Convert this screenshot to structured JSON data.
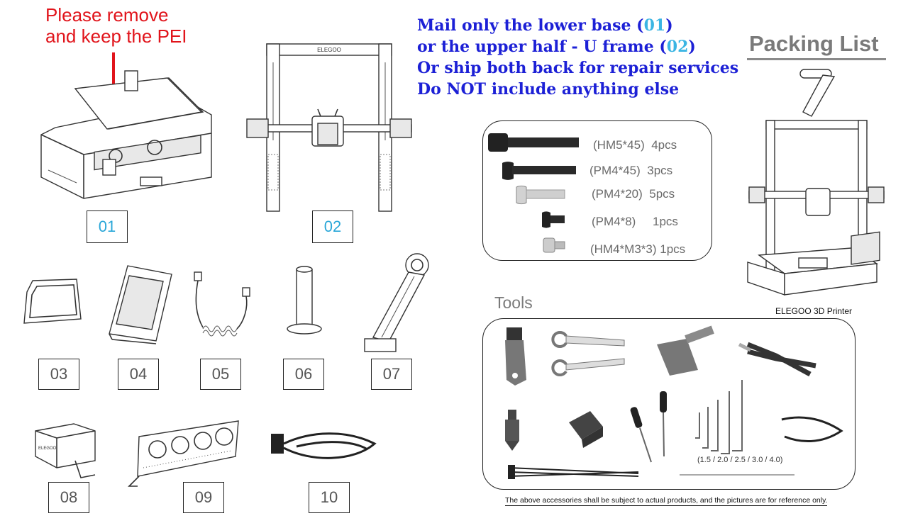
{
  "note": {
    "line1": "Please remove",
    "line2": "and keep the PEI"
  },
  "mail": {
    "line1_pre": "Mail only the lower base (",
    "line1_code": "01",
    "line1_post": ")",
    "line2_pre": "or the upper half - U frame (",
    "line2_code": "02",
    "line2_post": ")",
    "line3": "Or ship both back for repair services",
    "line4": "Do NOT include anything else"
  },
  "packing_list": {
    "title": "Packing List",
    "printer_caption": "ELEGOO 3D Printer"
  },
  "parts": {
    "labels": [
      "01",
      "02",
      "03",
      "04",
      "05",
      "06",
      "07",
      "08",
      "09",
      "10"
    ]
  },
  "screws": [
    {
      "spec": "(HM5*45)",
      "qty": "4pcs"
    },
    {
      "spec": "(PM4*45)",
      "qty": "3pcs"
    },
    {
      "spec": "(PM4*20)",
      "qty": "5pcs"
    },
    {
      "spec": "(PM4*8)",
      "qty": "1pcs"
    },
    {
      "spec": "(HM4*M3*3)",
      "qty": "1pcs"
    }
  ],
  "tools": {
    "title": "Tools",
    "hex_key_sizes": "(1.5 / 2.0 / 2.5 / 3.0 / 4.0)",
    "icons": [
      "usb-drive-icon",
      "wrench-icon",
      "scraper-icon",
      "wire-cutter-icon",
      "nozzle-icon",
      "clip-icon",
      "screwdriver-icon",
      "hex-key-icon",
      "cable-icon",
      "cable-tie-icon",
      "needle-icon"
    ]
  },
  "footnote": "The above accessories shall be subject to actual products, and the pictures are for reference only.",
  "colors": {
    "note_red": "#e1141b",
    "mail_blue": "#1c20d6",
    "label_cyan": "#2aa7d8"
  }
}
